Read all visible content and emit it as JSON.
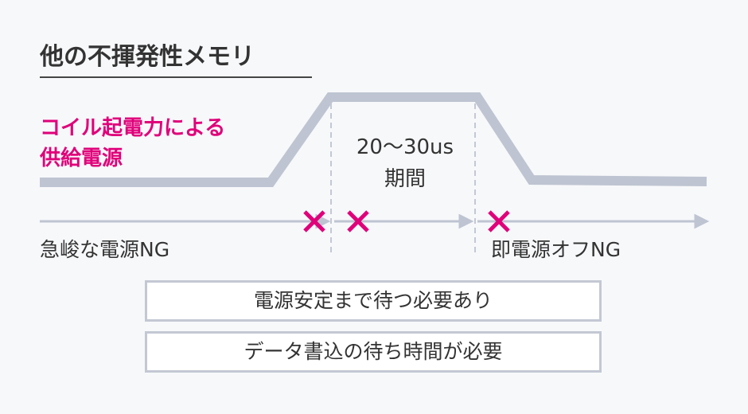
{
  "title": "他の不揮発性メモリ",
  "supply_label": [
    "コイル起電力による",
    "供給電源"
  ],
  "period_label": [
    "20〜30us",
    "期間"
  ],
  "left_label": "急峻な電源NG",
  "right_label": "即電源オフNG",
  "boxes": [
    "電源安定まで待つ必要あり",
    "データ書込の待ち時間が必要"
  ],
  "colors": {
    "accent": "#e0007a",
    "line": "#bec4d1"
  }
}
